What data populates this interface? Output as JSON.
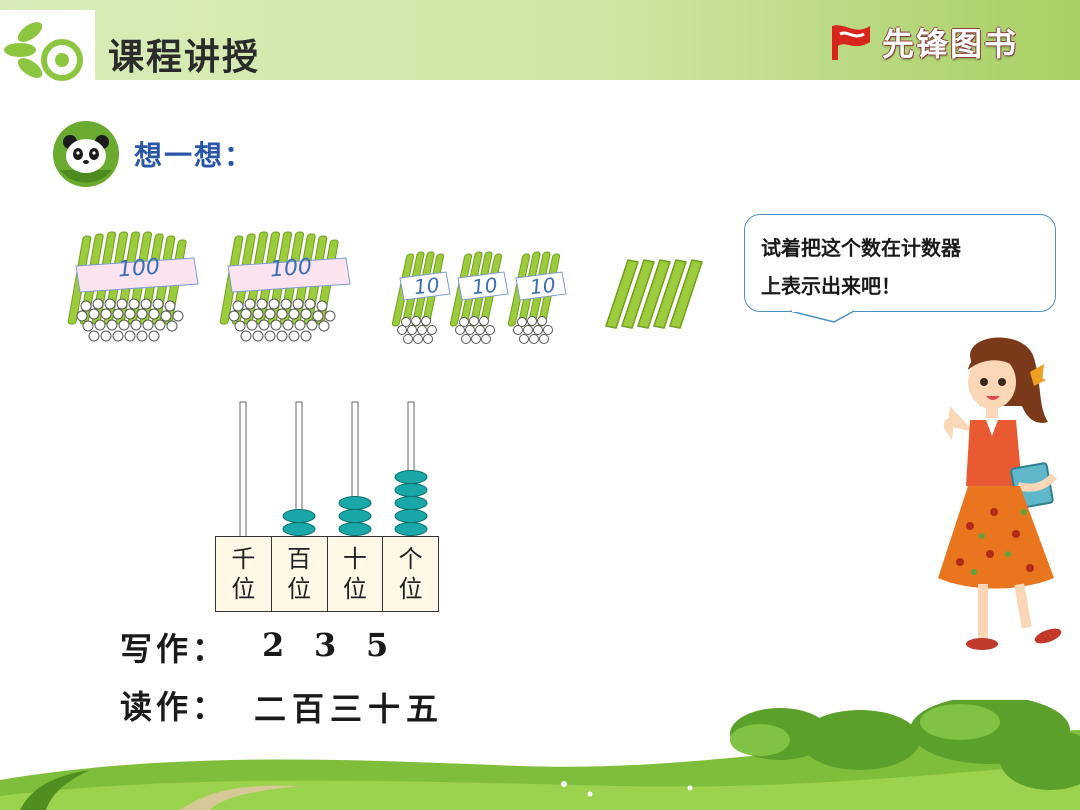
{
  "header": {
    "title": "课程讲授",
    "brand_name": "先锋图书",
    "colors": {
      "bar_light": "#d9ecb8",
      "bar_dark": "#a8cf63",
      "brand_red": "#d9261c"
    }
  },
  "section": {
    "label": "想一想：",
    "icon": "panda-icon"
  },
  "bundles": {
    "hundreds": [
      "100",
      "100"
    ],
    "tens": [
      "10",
      "10",
      "10"
    ],
    "ones_count": 5
  },
  "speech_bubble": {
    "line1": "试着把这个数在计数器",
    "line2": "上表示出来吧！"
  },
  "abacus": {
    "places": [
      {
        "top": "千",
        "bottom": "位",
        "beads": 0
      },
      {
        "top": "百",
        "bottom": "位",
        "beads": 2
      },
      {
        "top": "十",
        "bottom": "位",
        "beads": 3
      },
      {
        "top": "个",
        "bottom": "位",
        "beads": 5
      }
    ],
    "bead_color": "#1aa7a7"
  },
  "answer": {
    "write_label": "写作：",
    "digits": [
      "2",
      "3",
      "5"
    ],
    "read_label": "读作：",
    "reading": "二百三十五"
  }
}
